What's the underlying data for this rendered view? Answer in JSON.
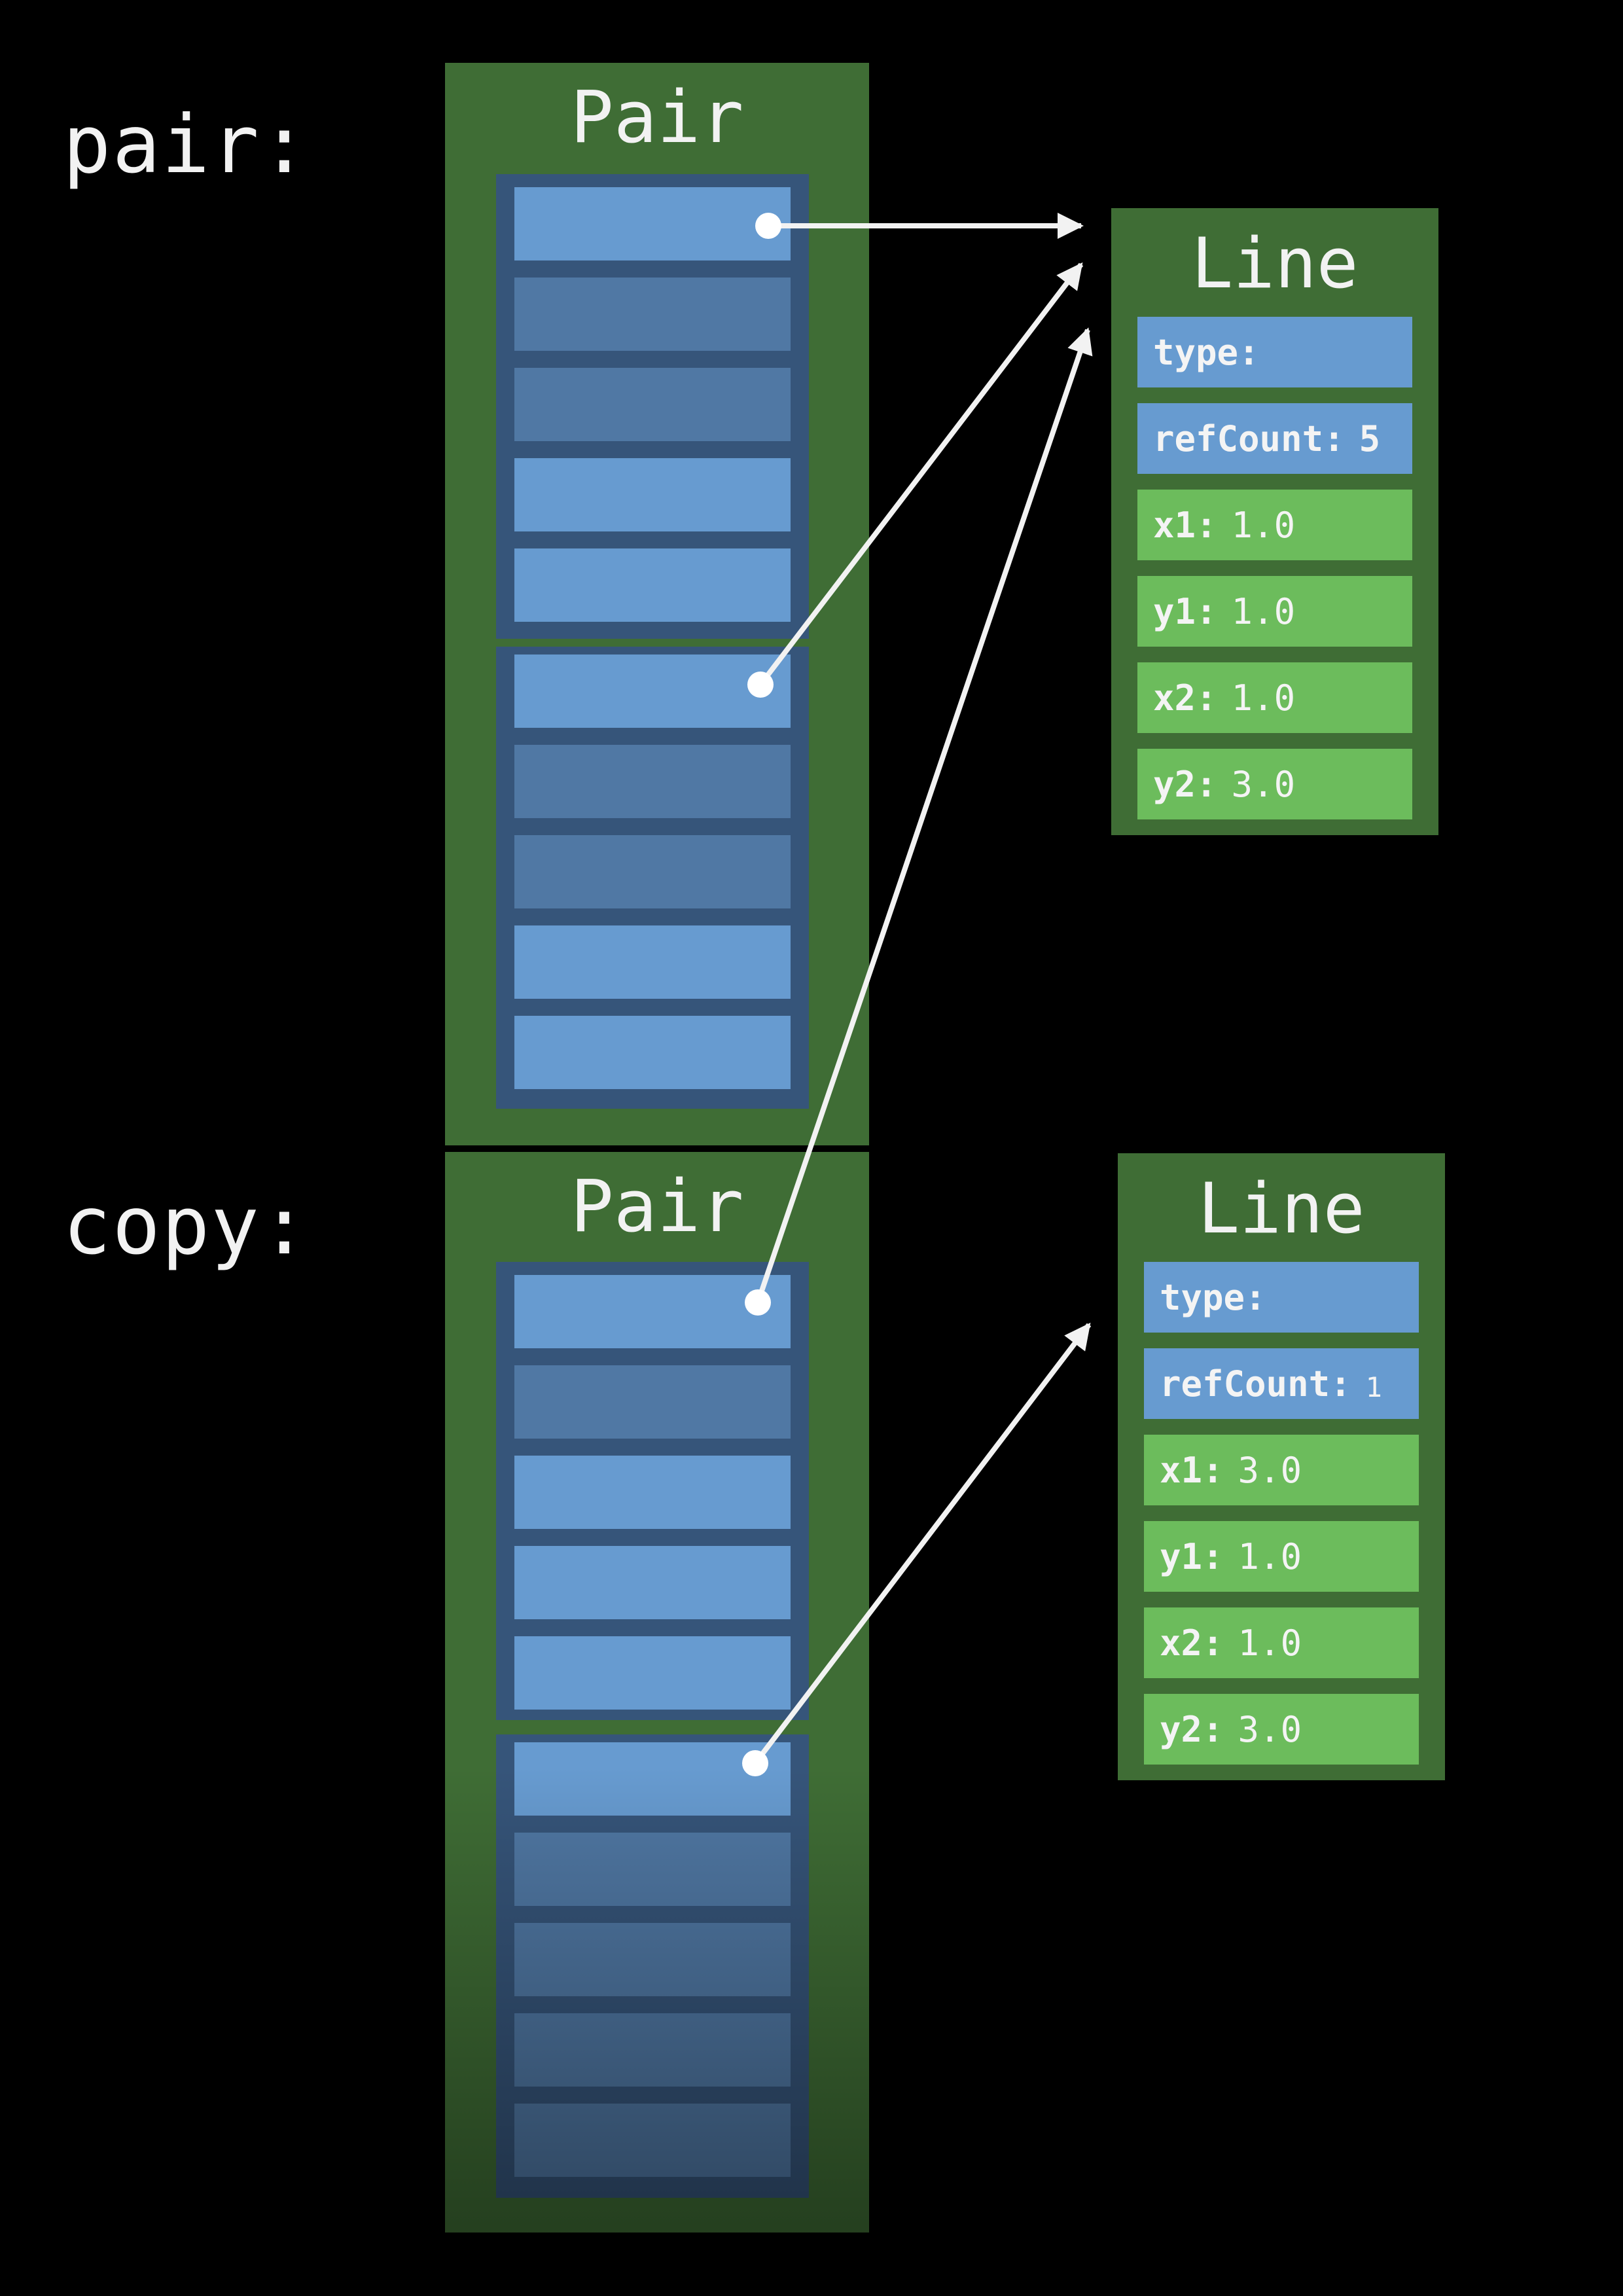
{
  "variables": {
    "first": "pair:",
    "second": "copy:"
  },
  "pairs": [
    {
      "title": "Pair"
    },
    {
      "title": "Pair"
    }
  ],
  "lines": [
    {
      "title": "Line",
      "fields": [
        {
          "key": "type:",
          "value": ""
        },
        {
          "key": "refCount:",
          "value": "5"
        },
        {
          "key": "x1:",
          "value": "1.0"
        },
        {
          "key": "y1:",
          "value": "1.0"
        },
        {
          "key": "x2:",
          "value": "1.0"
        },
        {
          "key": "y2:",
          "value": "3.0"
        }
      ]
    },
    {
      "title": "Line",
      "fields": [
        {
          "key": "type:",
          "value": ""
        },
        {
          "key": "refCount:",
          "value": "1"
        },
        {
          "key": "x1:",
          "value": "3.0"
        },
        {
          "key": "y1:",
          "value": "1.0"
        },
        {
          "key": "x2:",
          "value": "1.0"
        },
        {
          "key": "y2:",
          "value": "3.0"
        }
      ]
    }
  ],
  "colors": {
    "background": "#000000",
    "object_box": "#3f6d35",
    "group_frame": "#36557a",
    "pointer_slot": "#679bd0",
    "inactive_slot": "#5078a4",
    "header_field": "#679bd0",
    "value_field": "#6cbc5c",
    "arrow": "#f2f2f2"
  }
}
